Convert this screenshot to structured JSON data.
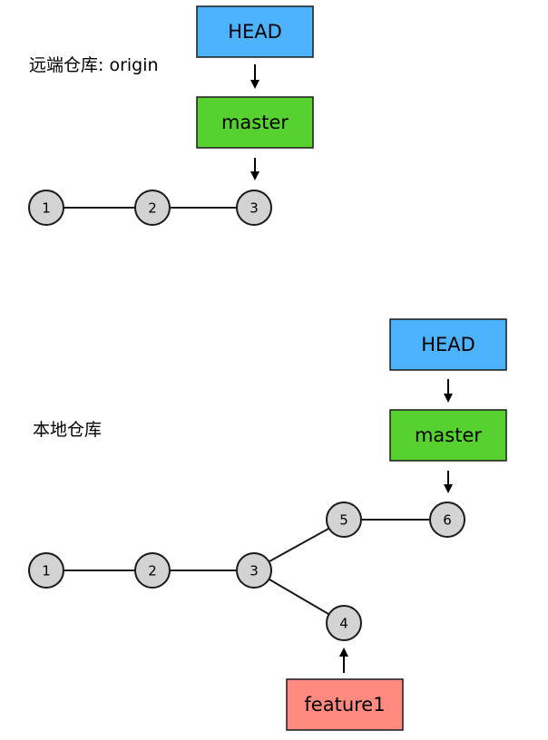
{
  "remote": {
    "label": "远端仓库: origin",
    "head_label": "HEAD",
    "branch_label": "master",
    "commits": [
      "1",
      "2",
      "3"
    ]
  },
  "local": {
    "label": "本地仓库",
    "head_label": "HEAD",
    "branch_label": "master",
    "feature_label": "feature1",
    "commits": [
      "1",
      "2",
      "3",
      "5",
      "6",
      "4"
    ]
  },
  "colors": {
    "head": "#4db3ff",
    "master": "#57d130",
    "feature": "#ff8a80",
    "commit": "#d3d3d3"
  }
}
